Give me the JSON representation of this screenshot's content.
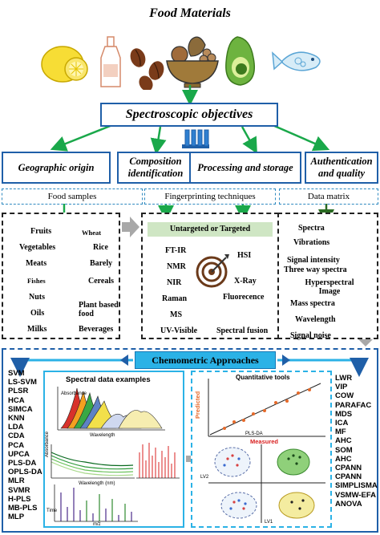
{
  "title": "Food Materials",
  "objectives": "Spectroscopic objectives",
  "categories": [
    "Geographic origin",
    "Composition identification",
    "Processing and storage",
    "Authentication and quality"
  ],
  "sections": [
    "Food samples",
    "Fingerprinting techniques",
    "Data matrix"
  ],
  "food_samples": {
    "left": [
      "Fruits",
      "Vegetables",
      "Meats",
      "Fishes",
      "Nuts",
      "Oils",
      "Milks"
    ],
    "right": [
      "Wheat",
      "Rice",
      "Barely",
      "Cereals",
      "Plant based food",
      "Beverages"
    ]
  },
  "techniques": {
    "header": "Untargeted or Targeted",
    "left": [
      "FT-IR",
      "NMR",
      "NIR",
      "Raman",
      "MS",
      "UV-Visible"
    ],
    "right": [
      "HSI",
      "X-Ray",
      "Fluorecence",
      "Spectral fusion"
    ]
  },
  "data_matrix": [
    "Spectra",
    "Vibrations",
    "Signal intensity",
    "Three way spectra",
    "Hyperspectral Image",
    "Mass spectra",
    "Wavelength",
    "Signal noise"
  ],
  "chemometric": "Chemometric Approaches",
  "left_methods": [
    "SVM",
    "LS-SVM",
    "PLSR",
    "HCA",
    "SIMCA",
    "KNN",
    "LDA",
    "CDA",
    "PCA",
    "UPCA",
    "PLS-DA",
    "OPLS-DA",
    "MLR",
    "SVMR",
    "H-PLS",
    "MB-PLS",
    "MLP"
  ],
  "right_methods": [
    "LWR",
    "VIP",
    "COW",
    "PARAFAC",
    "MDS",
    "ICA",
    "MF",
    "AHC",
    "SOM",
    "AHC",
    "CPANN",
    "CPANN",
    "SIMPLISMA",
    "VSMW-EFA",
    "ANOVA"
  ],
  "spectral": {
    "title": "Spectral data examples",
    "absorbance": "Absorbance",
    "wavelength": "Wavelength",
    "wavelength_nm": "Wavelength (nm)",
    "time": "Time",
    "mz": "m/z"
  },
  "quant": {
    "title": "Quantitative tools",
    "predicted": "Predicted",
    "measured": "Measured",
    "plsda": "PLS-DA",
    "lv1": "LV1",
    "lv2": "LV2"
  },
  "colors": {
    "blue_border": "#1f5fa8",
    "green_arrow": "#1aa84a",
    "chemo_bg": "#2bb2e6",
    "header_green": "#cfe6c4",
    "gray_arrow": "#a8a8a8"
  }
}
